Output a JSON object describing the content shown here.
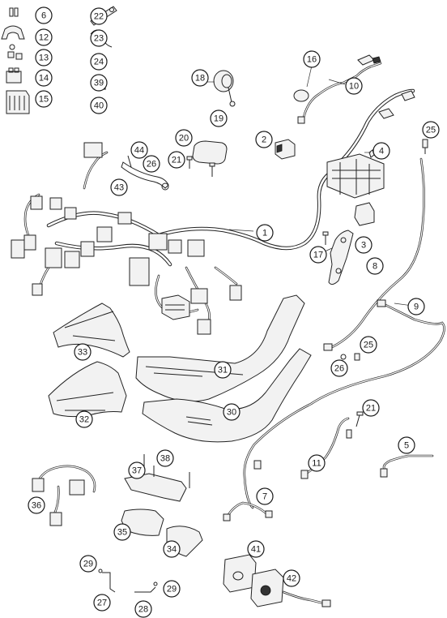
{
  "colors": {
    "ink": "#1a1a1a",
    "background": "#ffffff"
  },
  "callouts": [
    "1",
    "2",
    "3",
    "4",
    "5",
    "6",
    "7",
    "8",
    "9",
    "10",
    "11",
    "12",
    "13",
    "14",
    "15",
    "16",
    "17",
    "18",
    "19",
    "20",
    "21",
    "21",
    "22",
    "23",
    "24",
    "25",
    "25",
    "26",
    "26",
    "27",
    "28",
    "29",
    "29",
    "30",
    "31",
    "32",
    "33",
    "34",
    "35",
    "36",
    "37",
    "38",
    "39",
    "40",
    "41",
    "42",
    "43",
    "44"
  ]
}
